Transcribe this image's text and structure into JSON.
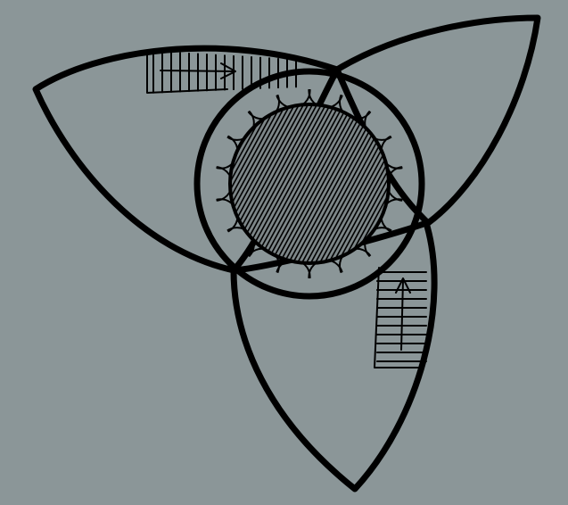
{
  "figure": {
    "kind": "hand-drawn ink sketch",
    "background_color": "#8b9698",
    "ink_color": "#000000",
    "shapes": [
      {
        "id": "petal-upper-left",
        "icon": "leaf-petal"
      },
      {
        "id": "petal-upper-right",
        "icon": "leaf-petal"
      },
      {
        "id": "petal-bottom",
        "icon": "leaf-petal"
      },
      {
        "id": "outer-ring",
        "icon": "circle-ring"
      },
      {
        "id": "scalloped-band",
        "icon": "scalloped-ring"
      },
      {
        "id": "core-disc",
        "icon": "hatched-disc"
      },
      {
        "id": "ladder-upper",
        "icon": "ladder-with-right-arrow"
      },
      {
        "id": "ladder-lower",
        "icon": "ladder-with-up-arrow"
      }
    ]
  }
}
